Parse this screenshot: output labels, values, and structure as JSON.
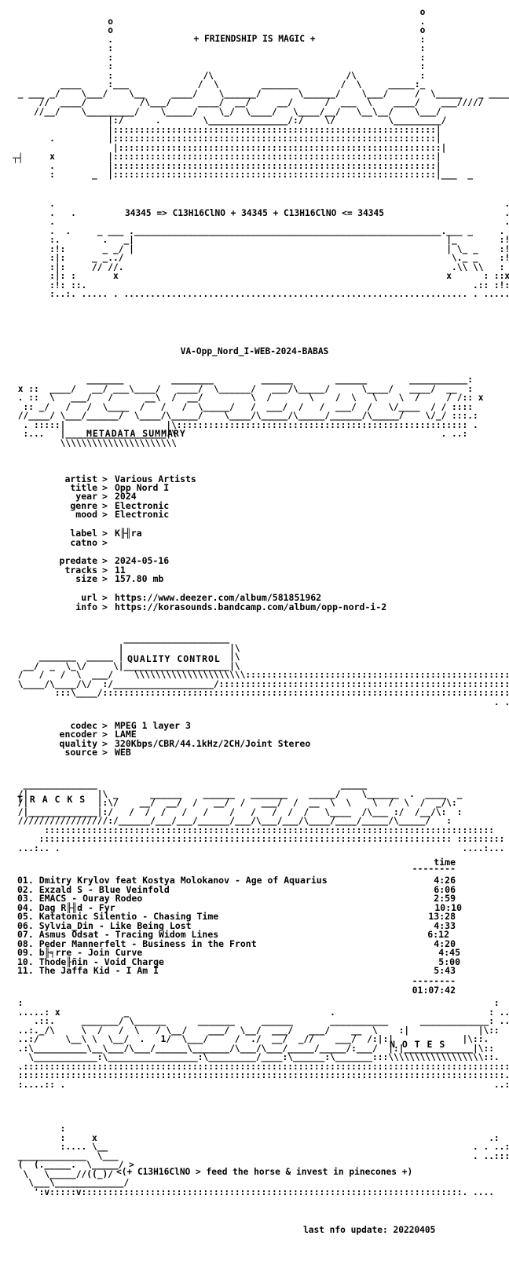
{
  "header": {
    "slogan": "+ FRIENDSHIP IS MAGIC +",
    "formula": "34345 => C13H16ClNO + 34345 + C13H16ClNO <= 34345"
  },
  "release_name": "VA-Opp_Nord_I-WEB-2024-BABAS",
  "sections": {
    "metadata_title": "METADATA SUMMARY",
    "quality_title": "QUALITY CONTROL",
    "tracks_title": "T R A C K S",
    "notes_title": "N O T E S"
  },
  "metadata": [
    {
      "key": "artist",
      "value": "Various Artists"
    },
    {
      "key": "title",
      "value": "Opp Nord I"
    },
    {
      "key": "year",
      "value": "2024"
    },
    {
      "key": "genre",
      "value": "Electronic"
    },
    {
      "key": "mood",
      "value": "Electronic"
    },
    {
      "key": "label",
      "value": "K╟╢ra"
    },
    {
      "key": "catno",
      "value": ""
    },
    {
      "key": "predate",
      "value": "2024-05-16"
    },
    {
      "key": "tracks",
      "value": "11"
    },
    {
      "key": "size",
      "value": "157.80 mb"
    },
    {
      "key": "url",
      "value": "https://www.deezer.com/album/581851962"
    },
    {
      "key": "info",
      "value": "https://korasounds.bandcamp.com/album/opp-nord-i-2"
    }
  ],
  "quality": [
    {
      "key": "codec",
      "value": "MPEG 1 layer 3"
    },
    {
      "key": "encoder",
      "value": "LAME"
    },
    {
      "key": "quality",
      "value": "320Kbps/CBR/44.1kHz/2CH/Joint Stereo"
    },
    {
      "key": "source",
      "value": "WEB"
    }
  ],
  "tracklist": {
    "time_header": "time",
    "separator": "--------",
    "tracks": [
      {
        "line": "01. Dmitry Krylov feat Kostya Molokanov - Age of Aquarius",
        "time": "4:26"
      },
      {
        "line": "02. Exzald S - Blue Veinfold",
        "time": "6:06"
      },
      {
        "line": "03. EMACS - Ouray Rodeo",
        "time": "2:59"
      },
      {
        "line": "04. Dag R╟╢d - Fyr",
        "time": "10:10"
      },
      {
        "line": "05. Katatonic Silentio - Chasing Time",
        "time": "13:28"
      },
      {
        "line": "06. Sylvia_Din - Like Being Lost",
        "time": "4:33"
      },
      {
        "line": "07. Asmus Odsat - Tracing Widom Lines",
        "time": "6:12"
      },
      {
        "line": "08. Peder Mannerfelt - Business in the Front",
        "time": "4:20"
      },
      {
        "line": "09. b╟╕rre - Join Curve",
        "time": "4:45"
      },
      {
        "line": "10. Thode╟ñin - Void Charge",
        "time": "5:00"
      },
      {
        "line": "11. The Jaffa Kid - I Am I",
        "time": "5:43"
      }
    ],
    "total": "01:07:42"
  },
  "footer": {
    "slogan": "<(+ C13H16ClNO > feed the horse & invest in pinecones +)",
    "last_update": "last nfo update: 20220405"
  }
}
